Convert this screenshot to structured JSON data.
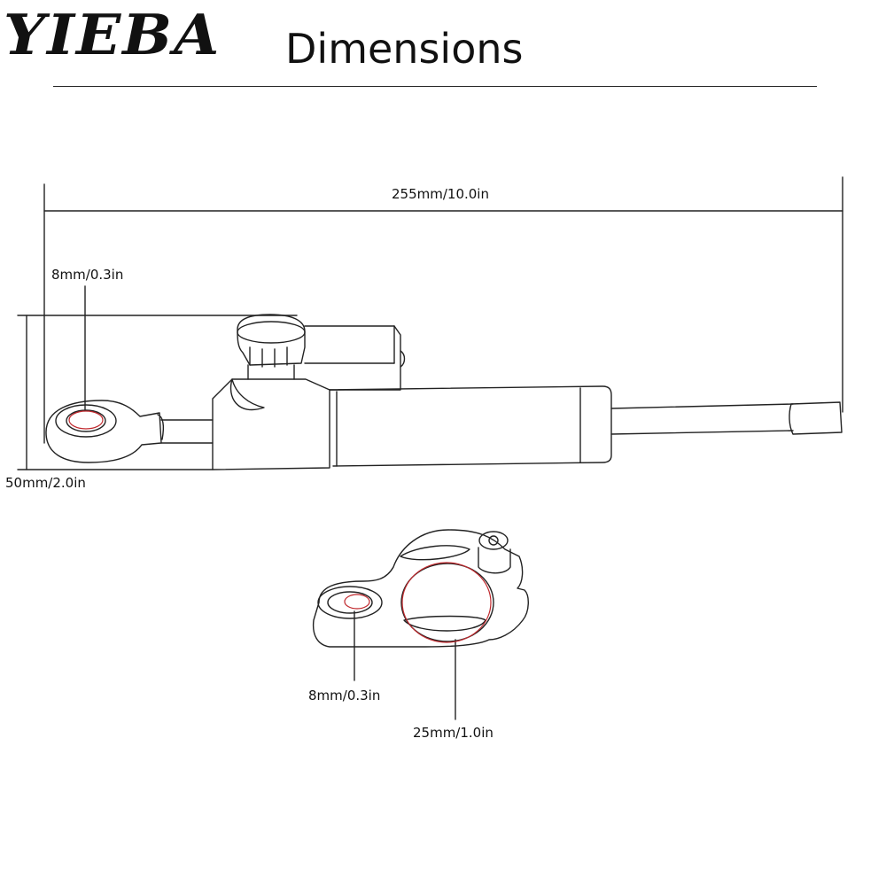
{
  "header": {
    "brand": "YIEBA",
    "title": "Dimensions"
  },
  "damper": {
    "length_label": "255mm/10.0in",
    "eye_label": "8mm/0.3in",
    "height_label": "50mm/2.0in"
  },
  "clamp": {
    "bolt_hole_label": "8mm/0.3in",
    "bore_label": "25mm/1.0in"
  },
  "colors": {
    "line": "#222222",
    "highlight": "#c0282d"
  }
}
